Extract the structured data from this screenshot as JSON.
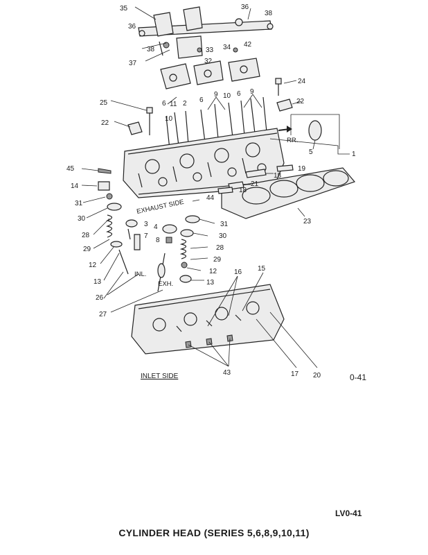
{
  "labels": {
    "exhaust_side": "EXHAUST SIDE",
    "inlet_side": "INLET SIDE",
    "rr": "RR.",
    "inl": "INL.",
    "exh": "EXH.",
    "figure_id": "0-41"
  },
  "footer": {
    "code": "LV0-41",
    "caption": "CYLINDER HEAD (SERIES 5,6,8,9,10,11)"
  },
  "callouts": {
    "c35": "35",
    "c36a": "36",
    "c36b": "36",
    "c38a": "38",
    "c38b": "38",
    "c37": "37",
    "c33": "33",
    "c34": "34",
    "c42": "42",
    "c32": "32",
    "c24": "24",
    "c22a": "22",
    "c22b": "22",
    "c25": "25",
    "c6a": "6",
    "c11": "11",
    "c2": "2",
    "c6b": "6",
    "c9a": "9",
    "c10a": "10",
    "c6c": "6",
    "c9b": "9",
    "c10b": "10",
    "c5": "5",
    "c1": "1",
    "c45": "45",
    "c14": "14",
    "c31a": "31",
    "c30a": "30",
    "c28a": "28",
    "c29a": "29",
    "c12a": "12",
    "c13a": "13",
    "c3": "3",
    "c7": "7",
    "c4": "4",
    "c8": "8",
    "c18a": "18",
    "c19": "19",
    "c21": "21",
    "c18b": "18",
    "c44": "44",
    "c31b": "31",
    "c30b": "30",
    "c28b": "28",
    "c29b": "29",
    "c12b": "12",
    "c13b": "13",
    "c23": "23",
    "c26": "26",
    "c27": "27",
    "c16": "16",
    "c15": "15",
    "c17": "17",
    "c20": "20",
    "c43": "43"
  }
}
